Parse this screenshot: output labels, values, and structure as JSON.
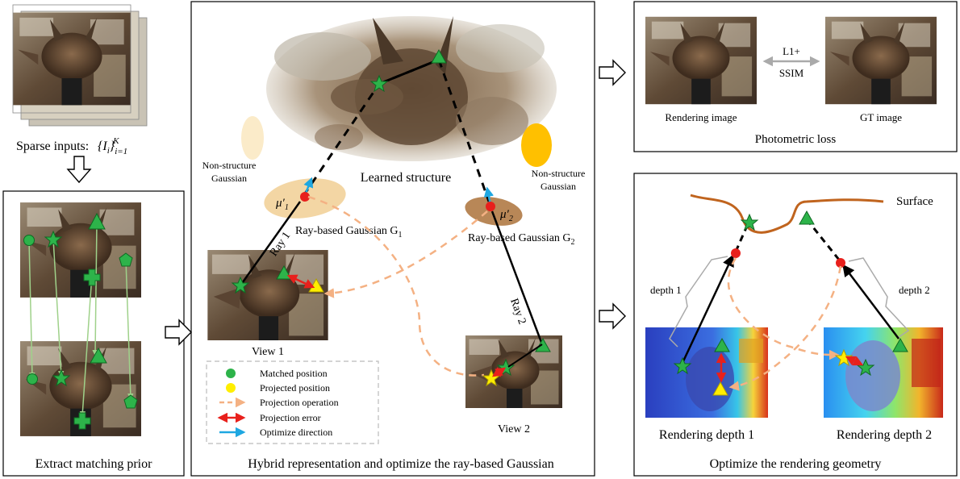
{
  "left": {
    "sparse_prefix": "Sparse inputs: ",
    "sparse_math": "{I_i}_{i=1}^K",
    "extract_caption": "Extract matching prior"
  },
  "middle": {
    "learned_structure": "Learned structure",
    "non_structure_line1": "Non-structure",
    "non_structure_line2": "Gaussian",
    "mu1": "μ′",
    "mu1_sub": "1",
    "mu2": "μ′",
    "mu2_sub": "2",
    "ray_gaussian_1": "Ray-based Gaussian G",
    "ray_gaussian_1_sub": "1",
    "ray_gaussian_2": "Ray-based Gaussian G",
    "ray_gaussian_2_sub": "2",
    "ray1": "Ray 1",
    "ray2": "Ray 2",
    "view1": "View 1",
    "view2": "View 2",
    "caption": "Hybrid representation and optimize the ray-based Gaussian"
  },
  "legend": {
    "matched": "Matched position",
    "projected": "Projected position",
    "projection_op": "Projection operation",
    "projection_err": "Projection error",
    "optimize_dir": "Optimize direction"
  },
  "top_right": {
    "loss_line1": "L1+",
    "loss_line2": "SSIM",
    "rendering_image": "Rendering image",
    "gt_image": "GT image",
    "caption": "Photometric loss"
  },
  "bottom_right": {
    "surface": "Surface",
    "depth1": "depth 1",
    "depth2": "depth 2",
    "rendering_depth1": "Rendering depth 1",
    "rendering_depth2": "Rendering depth 2",
    "caption": "Optimize the rendering geometry"
  },
  "colors": {
    "match_green": "#2db34a",
    "projected_yellow": "#ffee00",
    "projection_orange": "#f4b183",
    "error_red": "#e8201c",
    "optimize_blue": "#1ea7e1",
    "surface_orange": "#c0641e",
    "gaussian_tan": "#f3d6a4",
    "gaussian_brown": "#b88757",
    "nonstruct_yellow": "#ffc000",
    "nonstruct_pale": "#fbebc9"
  }
}
